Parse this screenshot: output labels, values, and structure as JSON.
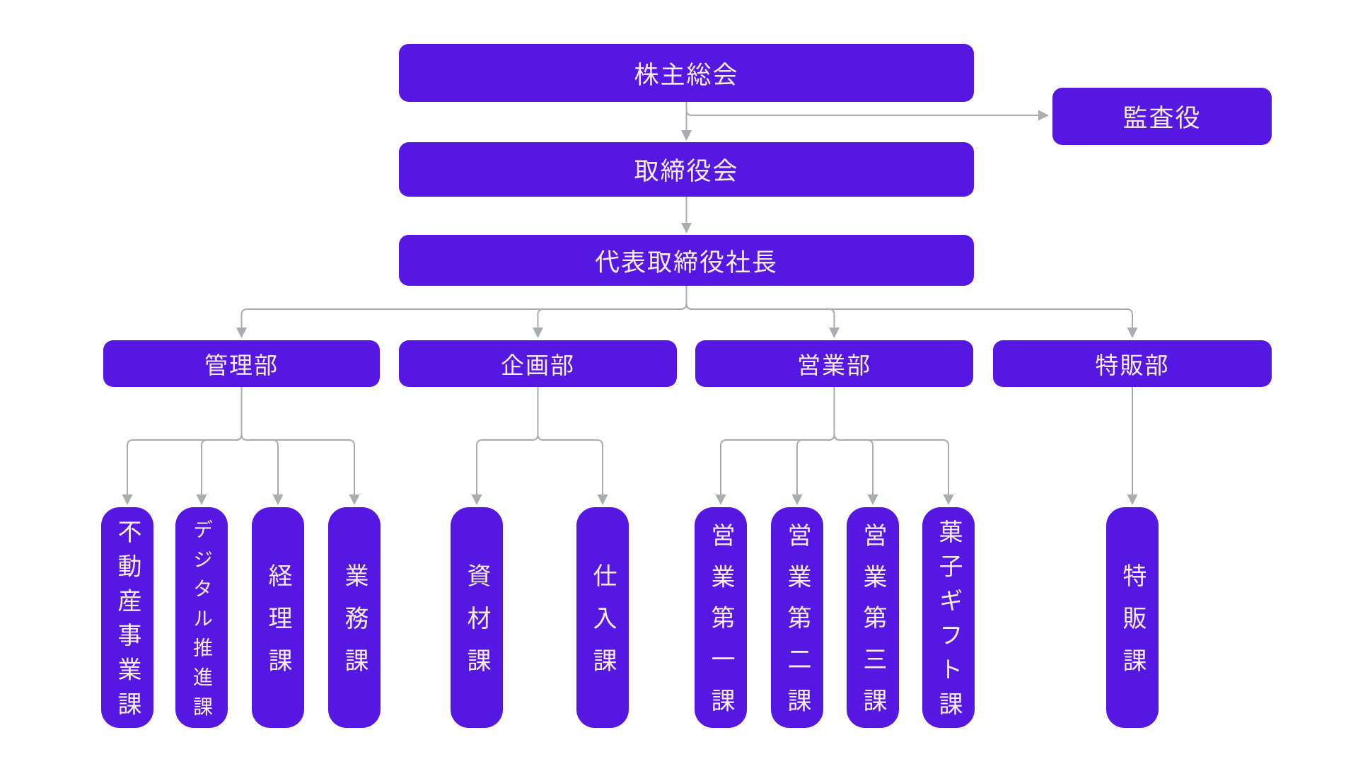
{
  "org_chart": {
    "nodes": {
      "shareholders_meeting": {
        "label": "株主総会"
      },
      "auditor": {
        "label": "監査役"
      },
      "board_of_directors": {
        "label": "取締役会"
      },
      "president": {
        "label": "代表取締役社長"
      },
      "dept_admin": {
        "label": "管理部"
      },
      "dept_planning": {
        "label": "企画部"
      },
      "dept_sales": {
        "label": "営業部"
      },
      "dept_special_sales": {
        "label": "特販部"
      },
      "sec_real_estate": {
        "label": "不動産事業課"
      },
      "sec_digital_promotion": {
        "label": "デジタル推進課"
      },
      "sec_accounting": {
        "label": "経理課"
      },
      "sec_operations": {
        "label": "業務課"
      },
      "sec_materials": {
        "label": "資材課"
      },
      "sec_purchasing": {
        "label": "仕入課"
      },
      "sec_sales_no1": {
        "label": "営業第一課"
      },
      "sec_sales_no2": {
        "label": "営業第二課"
      },
      "sec_sales_no3": {
        "label": "営業第三課"
      },
      "sec_confectionery_gift": {
        "label": "菓子ギフト課"
      },
      "sec_special_sales": {
        "label": "特販課"
      }
    },
    "colors": {
      "box_fill": "#5617e2",
      "box_text": "#f9edf4",
      "connector": "#a9adb2",
      "background": "#ffffff"
    }
  }
}
